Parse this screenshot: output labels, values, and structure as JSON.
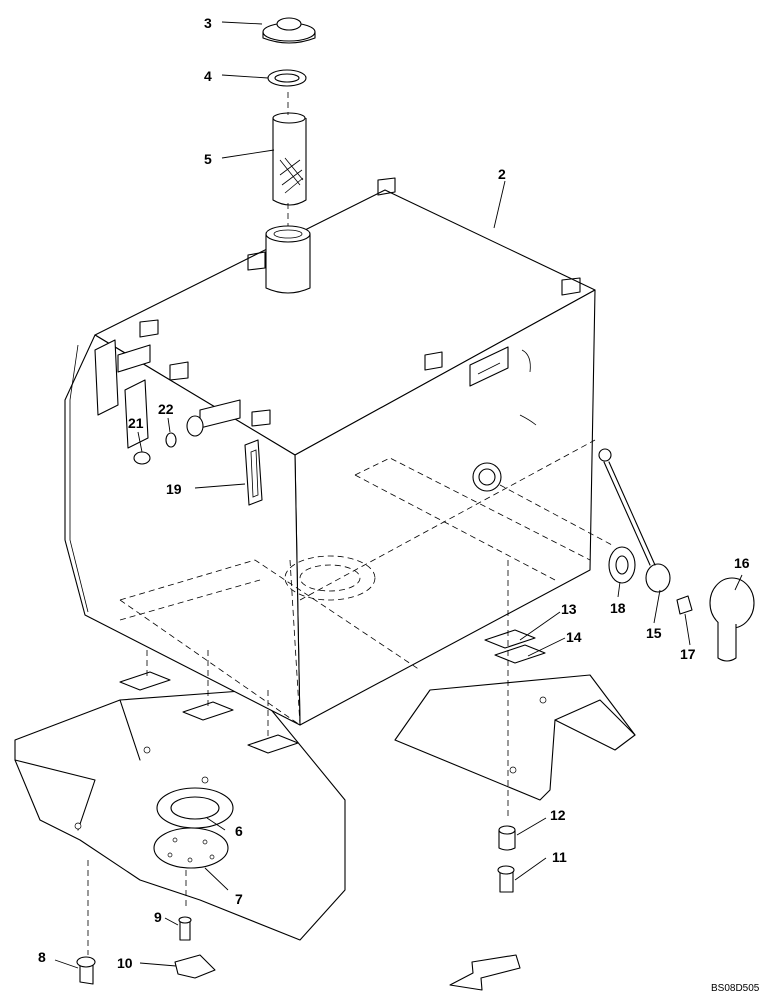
{
  "callouts": [
    {
      "label": "2"
    },
    {
      "label": "3"
    },
    {
      "label": "4"
    },
    {
      "label": "5"
    },
    {
      "label": "6"
    },
    {
      "label": "7"
    },
    {
      "label": "8"
    },
    {
      "label": "9"
    },
    {
      "label": "10"
    },
    {
      "label": "11"
    },
    {
      "label": "12"
    },
    {
      "label": "13"
    },
    {
      "label": "14"
    },
    {
      "label": "15"
    },
    {
      "label": "16"
    },
    {
      "label": "17"
    },
    {
      "label": "18"
    },
    {
      "label": "19"
    },
    {
      "label": "21"
    },
    {
      "label": "22"
    }
  ],
  "drawing_code": "BS08D505"
}
